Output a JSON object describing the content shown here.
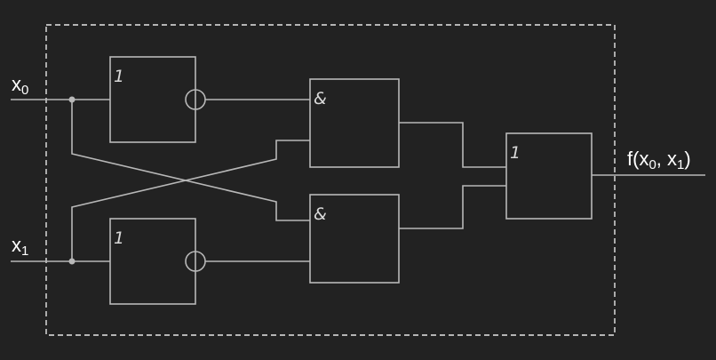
{
  "diagram": {
    "inputs": [
      {
        "name": "x",
        "index": "0"
      },
      {
        "name": "x",
        "index": "1"
      }
    ],
    "output": {
      "prefix": "f(x",
      "index_a": "0",
      "mid": ", x",
      "index_b": "1",
      "suffix": ")"
    },
    "gates": [
      {
        "id": "not-x0",
        "symbol": "1",
        "inverted_output": true
      },
      {
        "id": "not-x1",
        "symbol": "1",
        "inverted_output": true
      },
      {
        "id": "and-top",
        "symbol": "&"
      },
      {
        "id": "and-bottom",
        "symbol": "&"
      },
      {
        "id": "or-out",
        "symbol": "1"
      }
    ]
  }
}
